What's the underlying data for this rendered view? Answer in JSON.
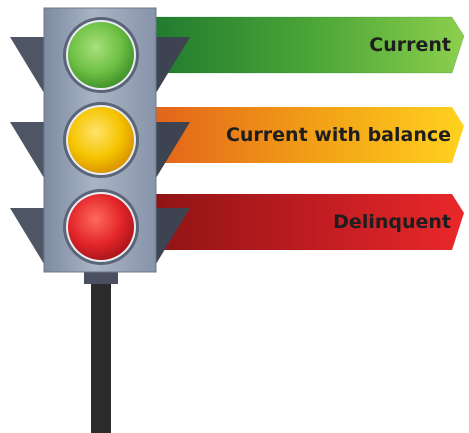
{
  "traffic_light": {
    "lights": [
      {
        "color": "#6cc043",
        "state": "green"
      },
      {
        "color": "#f5c400",
        "state": "yellow"
      },
      {
        "color": "#e3262b",
        "state": "red"
      }
    ]
  },
  "signs": [
    {
      "label": "Current",
      "color_start": "#1f7a2f",
      "color_end": "#8ccf4d"
    },
    {
      "label": "Current with balance",
      "color_start": "#e2621b",
      "color_end": "#ffd21f"
    },
    {
      "label": "Delinquent",
      "color_start": "#8e1414",
      "color_end": "#e9282b"
    }
  ]
}
